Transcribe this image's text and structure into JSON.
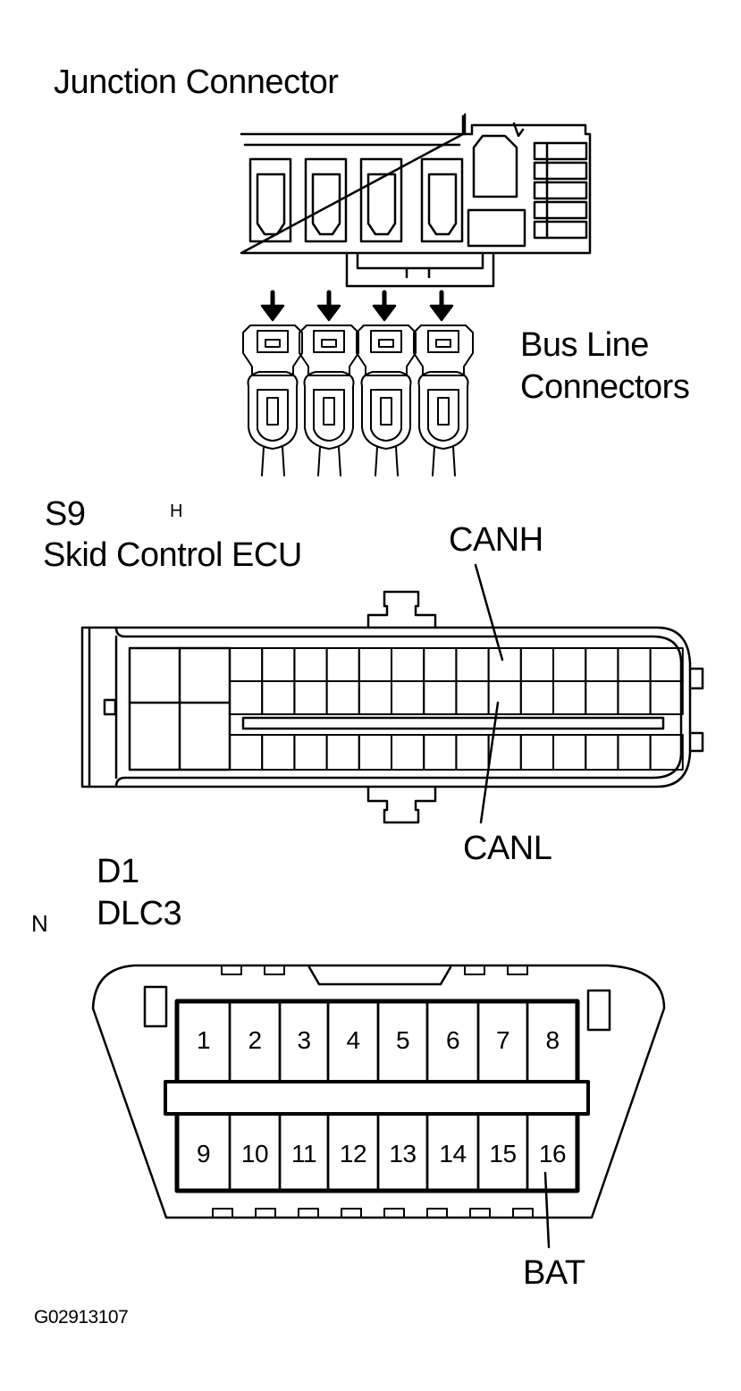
{
  "labels": {
    "junction_connector": "Junction Connector",
    "bus_line_1": "Bus Line",
    "bus_line_2": "Connectors",
    "s9_code": "S9",
    "s9_name": "Skid Control ECU",
    "h_mark": "H",
    "canh": "CANH",
    "canl": "CANL",
    "d1_code": "D1",
    "d1_name": "DLC3",
    "n_mark": "N",
    "bat": "BAT",
    "figure_id": "G02913107"
  },
  "dlc3_pins": [
    "1",
    "2",
    "3",
    "4",
    "5",
    "6",
    "7",
    "8",
    "9",
    "10",
    "11",
    "12",
    "13",
    "14",
    "15",
    "16"
  ]
}
